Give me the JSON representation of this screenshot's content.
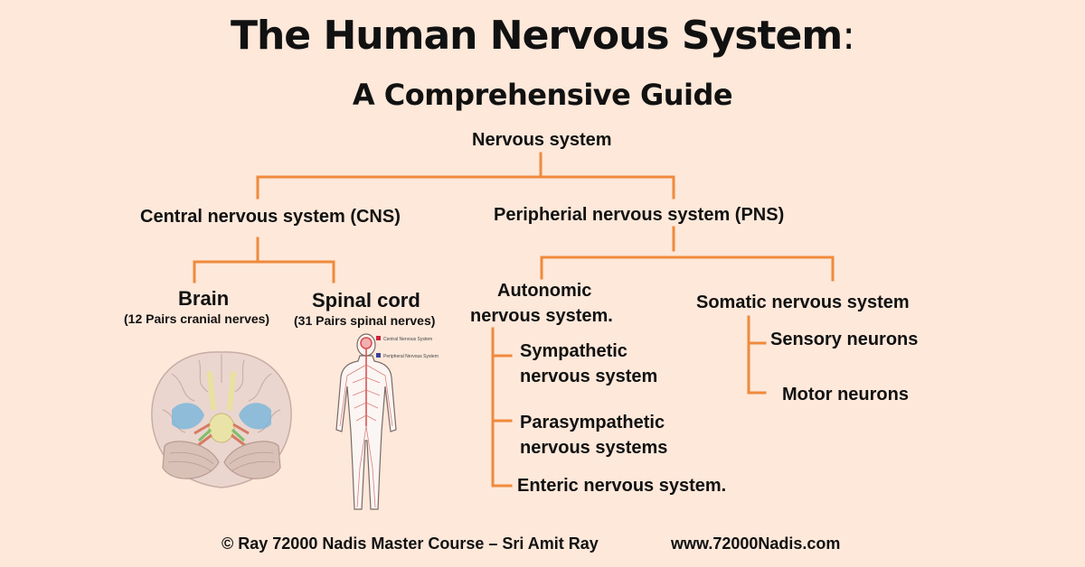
{
  "title": {
    "main": "The Human Nervous System",
    "colon": ":",
    "subtitle": "A Comprehensive Guide"
  },
  "tree": {
    "root": "Nervous system",
    "cns": "Central nervous system (CNS)",
    "pns": "Peripherial nervous system (PNS)",
    "brain": {
      "label": "Brain",
      "note": "(12 Pairs cranial nerves)"
    },
    "spinal": {
      "label": "Spinal cord",
      "note": "(31 Pairs spinal nerves)"
    },
    "autonomic": {
      "line1": "Autonomic",
      "line2": "nervous system."
    },
    "somatic": "Somatic nervous system",
    "sympathetic": {
      "line1": "Sympathetic",
      "line2": "nervous system"
    },
    "parasympathetic": {
      "line1": "Parasympathetic",
      "line2": "nervous systems"
    },
    "enteric": "Enteric nervous system.",
    "sensory": "Sensory neurons",
    "motor": "Motor neurons"
  },
  "legend": {
    "central": "Central Nervous System",
    "peripheral": "Peripheral Nervous System"
  },
  "footer": {
    "credit": "© Ray 72000 Nadis Master Course – Sri Amit Ray",
    "website": "www.72000Nadis.com"
  },
  "colors": {
    "background": "#fde8da",
    "connector": "#f08a3c",
    "legend_central": "#d0213a",
    "legend_peripheral": "#3a3f9a"
  }
}
